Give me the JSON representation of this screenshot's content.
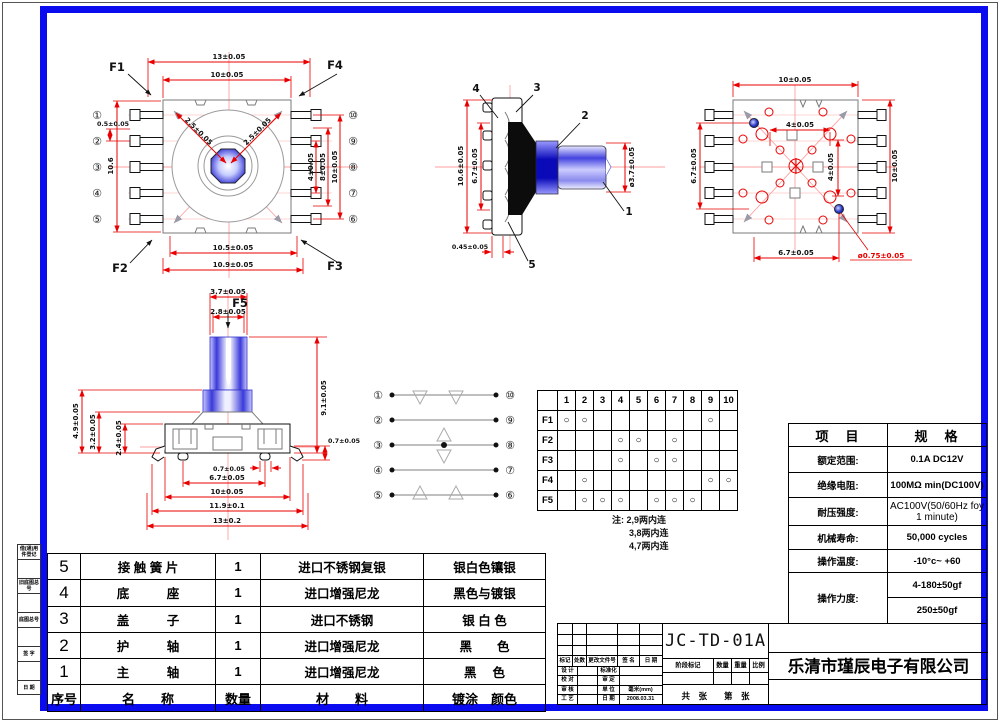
{
  "frame": {
    "accent_blue": "#0b0bf0",
    "dim_red": "#e80000",
    "margin_labels": [
      "借(通)用件登记",
      "旧底图总号",
      "底图总号",
      "签 字",
      "日 期"
    ]
  },
  "pins": {
    "left": [
      "①",
      "②",
      "③",
      "④",
      "⑤"
    ],
    "right": [
      "⑩",
      "⑨",
      "⑧",
      "⑦",
      "⑥"
    ]
  },
  "views": {
    "top": {
      "corner_labels": {
        "f1": "F1",
        "f2": "F2",
        "f3": "F3",
        "f4": "F4"
      },
      "dims": {
        "w13": "13±0.05",
        "w10": "10±0.05",
        "h106": "10.6",
        "p05": "0.5±0.05",
        "d25l": "2.5±0.05",
        "d25r": "2.5±0.05",
        "r4": "4±0.05",
        "r8": "8±0.05",
        "r10": "10±0.05",
        "b105": "10.5±0.05",
        "b109": "10.9±0.05"
      }
    },
    "side": {
      "part_labels": [
        "1",
        "2",
        "3",
        "4",
        "5"
      ],
      "dims": {
        "h106": "10.6±0.05",
        "h67": "6.7±0.05",
        "b045": "0.45±0.05",
        "shaft": "ø3.7±0.05"
      }
    },
    "bottom": {
      "dims": {
        "t10": "10±0.05",
        "c4h": "4±0.05",
        "c4v": "4±0.05",
        "l67": "6.7±0.05",
        "r10": "10±0.05",
        "b67": "6.7±0.05",
        "hole": "ø0.75±0.05"
      }
    },
    "front": {
      "label_f5": "F5",
      "dims": {
        "t37": "3.7±0.05",
        "t28": "2.8±0.05",
        "l49": "4.9±0.05",
        "l32": "3.2±0.05",
        "l24": "2.4±0.05",
        "r91": "9.1±0.05",
        "r07": "0.7±0.05",
        "b07": "0.7±0.05",
        "b67": "6.7±0.05",
        "b10": "10±0.05",
        "b119": "11.9±0.1",
        "b13": "13±0.2"
      }
    }
  },
  "connection_table": {
    "columns": [
      "1",
      "2",
      "3",
      "4",
      "5",
      "6",
      "7",
      "8",
      "9",
      "10"
    ],
    "rows": [
      {
        "label": "F1",
        "on": [
          1,
          2,
          9
        ]
      },
      {
        "label": "F2",
        "on": [
          4,
          5,
          7
        ]
      },
      {
        "label": "F3",
        "on": [
          4,
          6,
          7
        ]
      },
      {
        "label": "F4",
        "on": [
          2,
          9,
          10
        ]
      },
      {
        "label": "F5",
        "on": [
          2,
          3,
          4,
          6,
          7,
          8
        ]
      }
    ],
    "circle": "○",
    "notes": [
      "注: 2,9两内连",
      "3,8两内连",
      "4,7两内连"
    ]
  },
  "spec_table": {
    "col1": "项　目",
    "col2": "规　格",
    "rows": [
      {
        "item": "额定范围:",
        "value": "0.1A  DC12V"
      },
      {
        "item": "绝缘电阻:",
        "value": "100MΩ min(DC100V)"
      },
      {
        "item": "耐压强度:",
        "value": "AC100V(50/60Hz foy 1 minute)"
      },
      {
        "item": "机械寿命:",
        "value": "50,000 cycles"
      },
      {
        "item": "操作温度:",
        "value": "-10°c~ +60"
      },
      {
        "item": "操作力度:",
        "value": "4-180±50gf",
        "value2": "250±50gf"
      }
    ]
  },
  "parts_table": {
    "headers": [
      "序号",
      "名　　称",
      "数量",
      "材　　料",
      "镀涂　颜色"
    ],
    "rows": [
      {
        "no": "5",
        "name": "接 触 簧 片",
        "qty": "1",
        "material": "进口不锈钢复银",
        "finish": "银白色镶银"
      },
      {
        "no": "4",
        "name": "底　　　座",
        "qty": "1",
        "material": "进口增强尼龙",
        "finish": "黑色与镀银"
      },
      {
        "no": "3",
        "name": "盖　　　子",
        "qty": "1",
        "material": "进口不锈钢",
        "finish": "银 白 色"
      },
      {
        "no": "2",
        "name": "护　　　轴",
        "qty": "1",
        "material": "进口增强尼龙",
        "finish": "黑　　色"
      },
      {
        "no": "1",
        "name": "主　　　轴",
        "qty": "1",
        "material": "进口增强尼龙",
        "finish": "黑　 色"
      }
    ]
  },
  "title_block": {
    "part_number": "JC-TD-01A",
    "company": "乐清市瑾辰电子有限公司",
    "rev_headers": [
      "标记",
      "处数",
      "更改文件号",
      "签 名",
      "日 期"
    ],
    "sign_rows": [
      [
        "设 计",
        "",
        "标准化",
        ""
      ],
      [
        "校 对",
        "",
        "审 定",
        ""
      ],
      [
        "审 核",
        "",
        "单 位",
        "毫米(mm)"
      ],
      [
        "工 艺",
        "",
        "日 期",
        "2008.03.31"
      ]
    ],
    "stage_headers": [
      "阶段标记",
      "数量",
      "重量",
      "比例"
    ],
    "sheet_text": "共　张　　第　张"
  }
}
